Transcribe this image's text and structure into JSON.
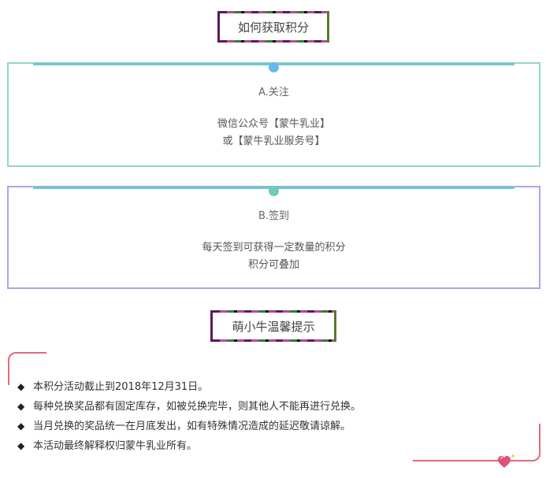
{
  "header": {
    "title": "如何获取积分"
  },
  "sections": [
    {
      "head": "A.关注",
      "lines": [
        "微信公众号【蒙牛乳业】",
        "或【蒙牛乳业服务号】"
      ]
    },
    {
      "head": "B.签到",
      "lines": [
        "每天签到可获得一定数量的积分",
        "积分可叠加"
      ]
    }
  ],
  "tips": {
    "title": "萌小牛温馨提示",
    "bullet": "◆",
    "items": [
      "本积分活动截止到2018年12月31日。",
      "每种兑换奖品都有固定库存，如被兑换完毕，则其他人不能再进行兑换。",
      "当月兑换的奖品统一在月底发出，如有特殊情况造成的延迟敬请谅解。",
      "本活动最终解释权归蒙牛乳业所有。"
    ]
  },
  "colors": {
    "section_a_border": "#96d7b8",
    "section_b_border": "#a9a8e6",
    "accent_bar": "#6cc8d3",
    "tip_frame": "#e2697f"
  },
  "icons": {
    "decoration": "heart-sparkle-icon"
  }
}
